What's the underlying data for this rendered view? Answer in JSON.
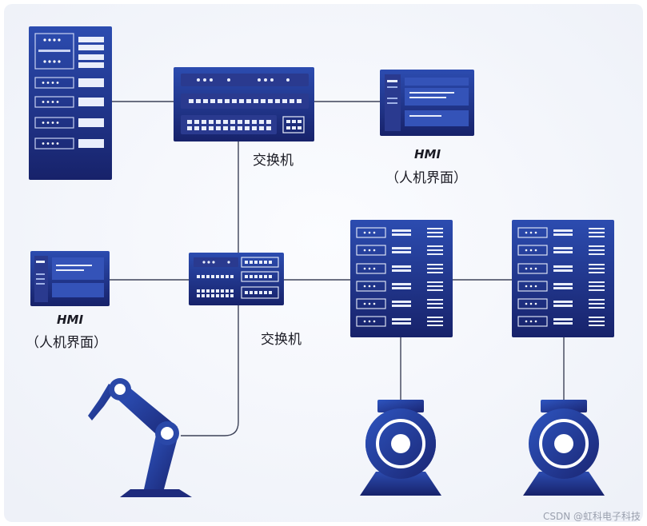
{
  "colors": {
    "line": "#3d4258",
    "device_dark": "#1e2b7d",
    "device_mid": "#2a48a8",
    "device_light": "#e9eefb",
    "background": "#f4f6fb"
  },
  "labels": {
    "switch_top": "交换机",
    "switch_mid": "交换机",
    "hmi_top_title": "HMI",
    "hmi_top_sub": "（人机界面）",
    "hmi_left_title": "HMI",
    "hmi_left_sub": "（人机界面）"
  },
  "nodes": [
    {
      "id": "server-rack",
      "icon": "server-rack-icon"
    },
    {
      "id": "switch-top",
      "icon": "network-switch-icon"
    },
    {
      "id": "hmi-top",
      "icon": "hmi-monitor-icon"
    },
    {
      "id": "hmi-left",
      "icon": "hmi-monitor-icon"
    },
    {
      "id": "switch-mid",
      "icon": "network-switch-icon"
    },
    {
      "id": "controller-1",
      "icon": "controller-cabinet-icon"
    },
    {
      "id": "controller-2",
      "icon": "controller-cabinet-icon"
    },
    {
      "id": "robot-arm",
      "icon": "robot-arm-icon"
    },
    {
      "id": "motor-1",
      "icon": "motor-icon"
    },
    {
      "id": "motor-2",
      "icon": "motor-icon"
    }
  ],
  "watermark": "CSDN @虹科电子科技"
}
